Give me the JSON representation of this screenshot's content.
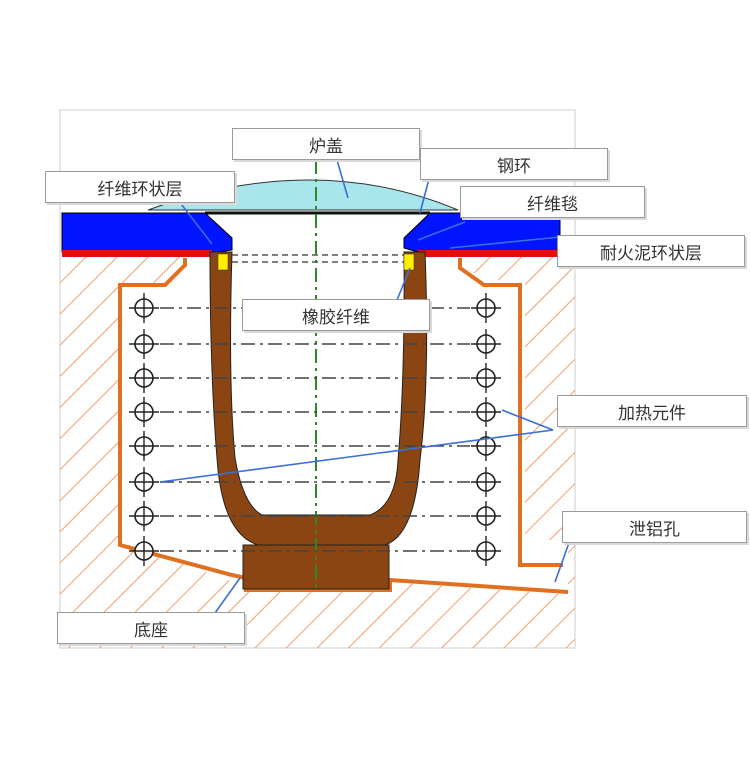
{
  "labels": {
    "furnace_lid": "炉盖",
    "steel_ring": "钢环",
    "fiber_ring_layer": "纤维环状层",
    "fiber_blanket": "纤维毯",
    "refractory_ring_layer": "耐火泥环状层",
    "rubber_fiber": "橡胶纤维",
    "heating_element": "加热元件",
    "drain_hole": "泄铝孔",
    "base": "底座"
  },
  "colors": {
    "lid": "#a8e6ec",
    "blue_layer": "#0014ff",
    "red_layer": "#e01010",
    "crucible": "#8b4513",
    "outline": "#e07020",
    "hatch": "#f0a070",
    "rubber_fiber": "#ffee00",
    "leader": "#3a6ed8"
  }
}
